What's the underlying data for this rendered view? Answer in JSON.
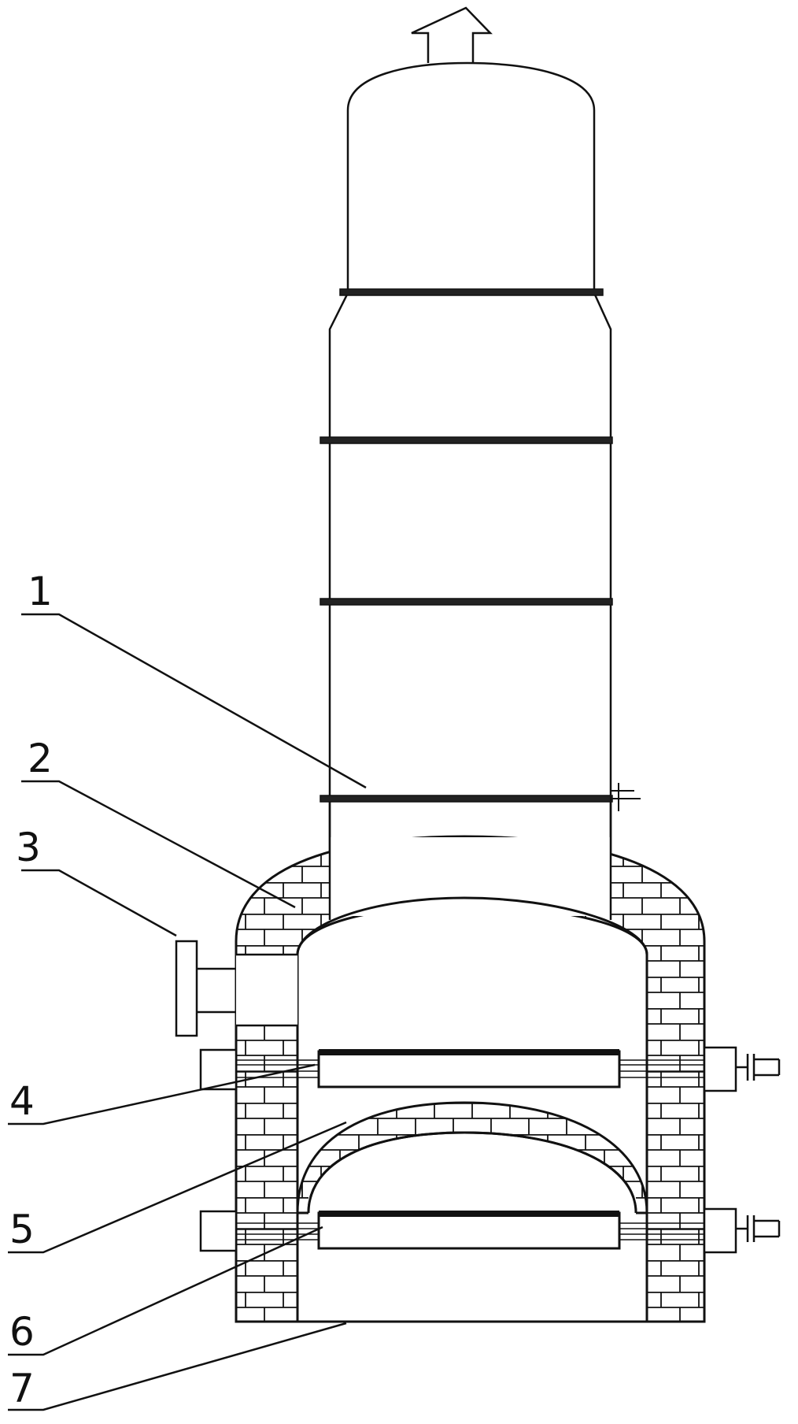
{
  "diagram": {
    "callouts": [
      "1",
      "2",
      "3",
      "4",
      "5",
      "6",
      "7"
    ]
  },
  "colors": {
    "line": "#111111",
    "background": "#ffffff",
    "brick_fill": "#ffffff"
  }
}
